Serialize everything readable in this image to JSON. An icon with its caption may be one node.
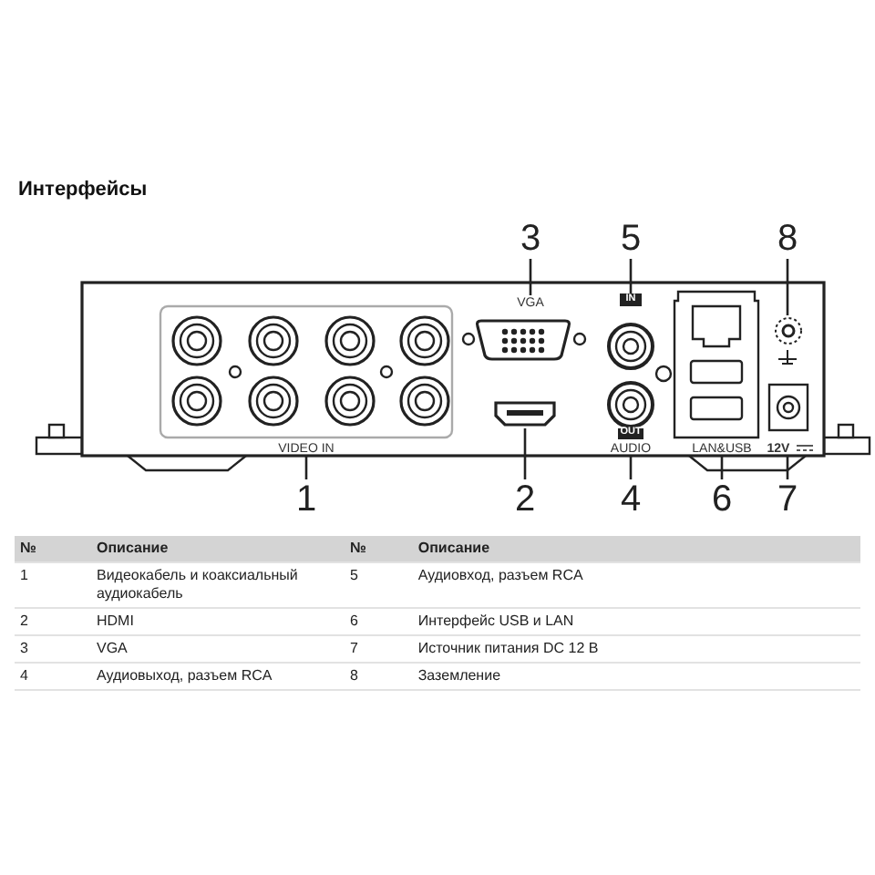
{
  "diagram": {
    "title": "Интерфейсы",
    "nodes": [
      {
        "text": [
          "3"
        ]
      },
      {
        "text": [
          "5"
        ]
      },
      {
        "text": [
          "8"
        ]
      },
      {
        "text": [
          "VGA"
        ]
      },
      {
        "text": [
          "IN"
        ]
      },
      {
        "text": [],
        "shape": "picture"
      },
      {
        "text": [],
        "shape": "picture"
      },
      {
        "text": [
          "VIDEO IN"
        ]
      },
      {
        "text": [
          "AUDIO"
        ]
      },
      {
        "text": [
          "LAN&USB"
        ]
      },
      {
        "text": [
          "12V"
        ]
      },
      {
        "text": [
          "1"
        ]
      },
      {
        "text": [
          "2"
        ]
      },
      {
        "text": [
          "4"
        ]
      },
      {
        "text": [
          "6"
        ]
      },
      {
        "text": [
          "7"
        ]
      }
    ],
    "edges": [
      {
        "from": 0,
        "to": 3,
        "arrow": "none"
      },
      {
        "from": 1,
        "to": 4,
        "arrow": "none"
      },
      {
        "from": 2,
        "to": 5,
        "arrow": "none"
      },
      {
        "from": 11,
        "to": 7,
        "arrow": "none"
      },
      {
        "from": 12,
        "to": 6,
        "arrow": "none"
      },
      {
        "from": 13,
        "to": 8,
        "arrow": "none"
      },
      {
        "from": 14,
        "to": 9,
        "arrow": "none"
      },
      {
        "from": 15,
        "to": 10,
        "arrow": "none"
      }
    ],
    "labels": [
      "OUT",
      "№",
      "Описание",
      "№",
      "Описание",
      "1",
      "Видеокабель и коаксиальный аудиокабель",
      "5",
      "Аудиовход, разъем RCA",
      "2",
      "HDMI",
      "6",
      "Интерфейс USB и LAN",
      "3",
      "VGA",
      "7",
      "Источник питания DC 12 В",
      "4",
      "Аудиовыход, разъем RCA",
      "8",
      "Заземление"
    ]
  }
}
